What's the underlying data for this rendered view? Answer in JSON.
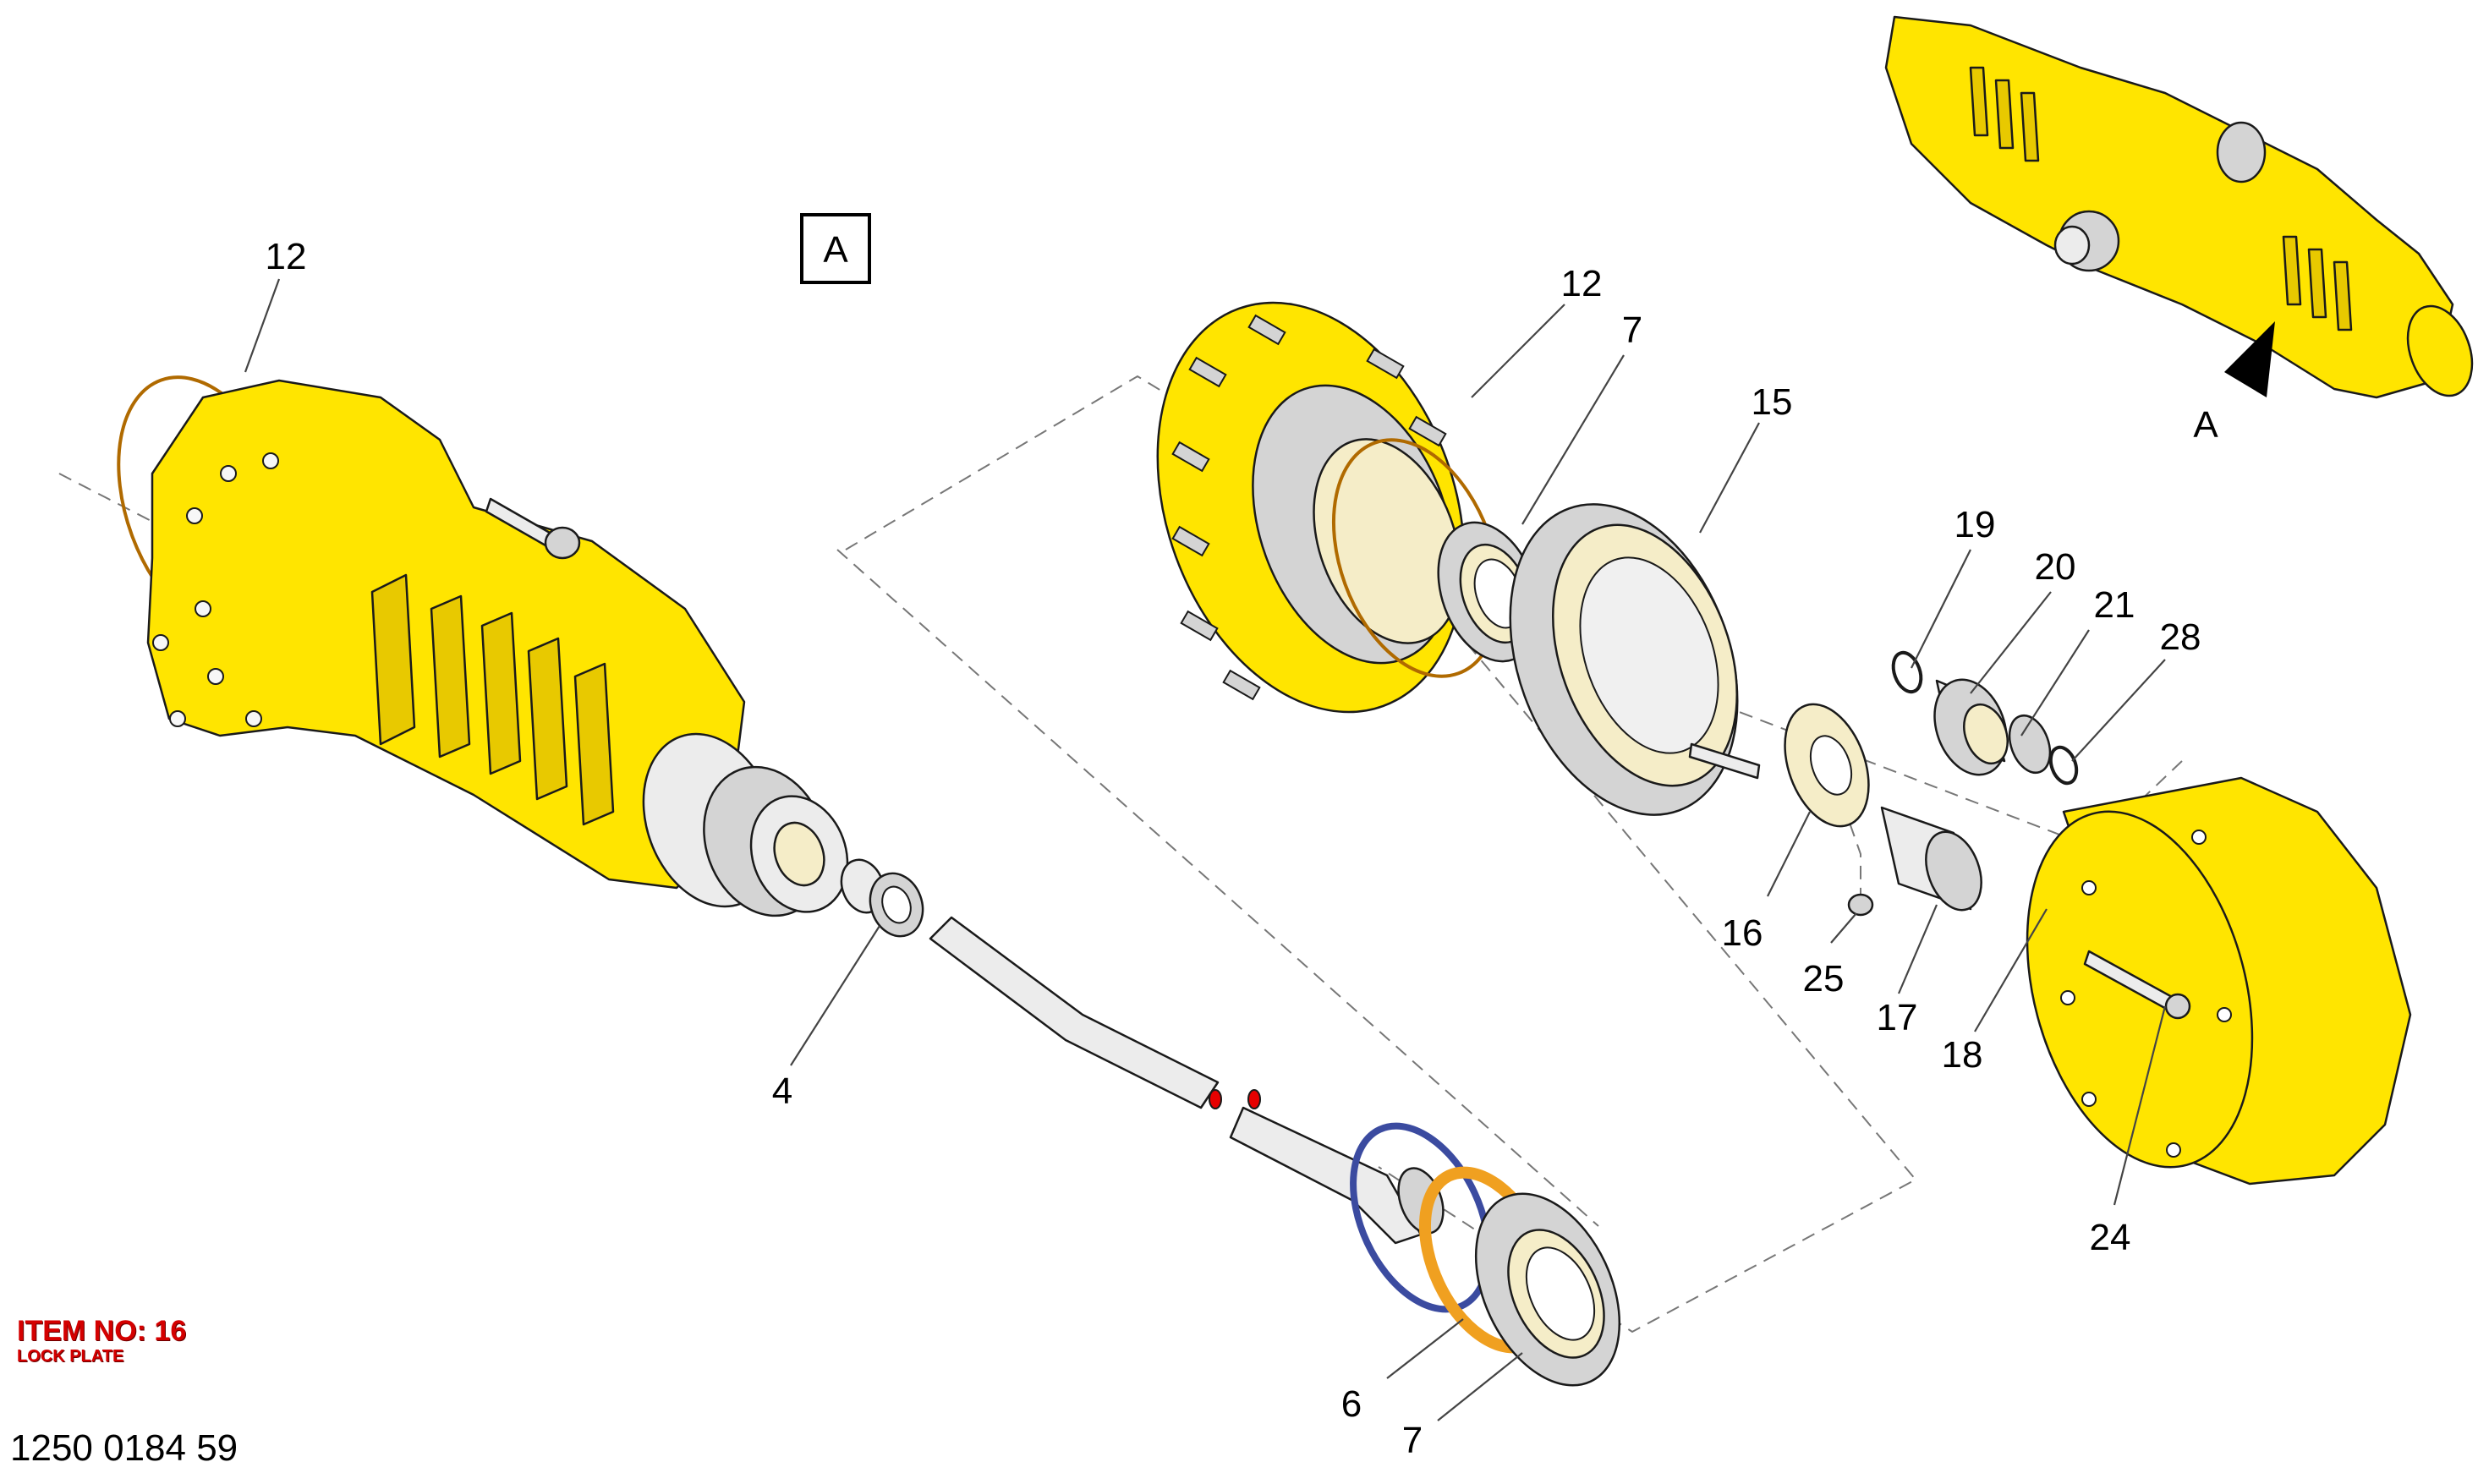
{
  "view_marker": {
    "box_label": "A",
    "arrow_label": "A"
  },
  "callouts": {
    "housing_oring": "12",
    "hub_oring": "12",
    "hub_bearing": "7",
    "ring_gear": "15",
    "circlip": "19",
    "planet_gear": "20",
    "needle_bearing": "21",
    "snap_ring": "28",
    "lock_plate": "16",
    "nut": "25",
    "sun_gear": "17",
    "washer": "18",
    "screw": "24",
    "shaft_bearing": "4",
    "seal_oring": "6",
    "lower_bearing": "7"
  },
  "item_info": {
    "number": "ITEM NO: 16",
    "description": "LOCK PLATE"
  },
  "document_number": "1250 0184 59",
  "colors": {
    "housing": "#ffe500",
    "steel": "#d4d4d4",
    "highlight": "#d40000",
    "seal": "#f5a623"
  }
}
